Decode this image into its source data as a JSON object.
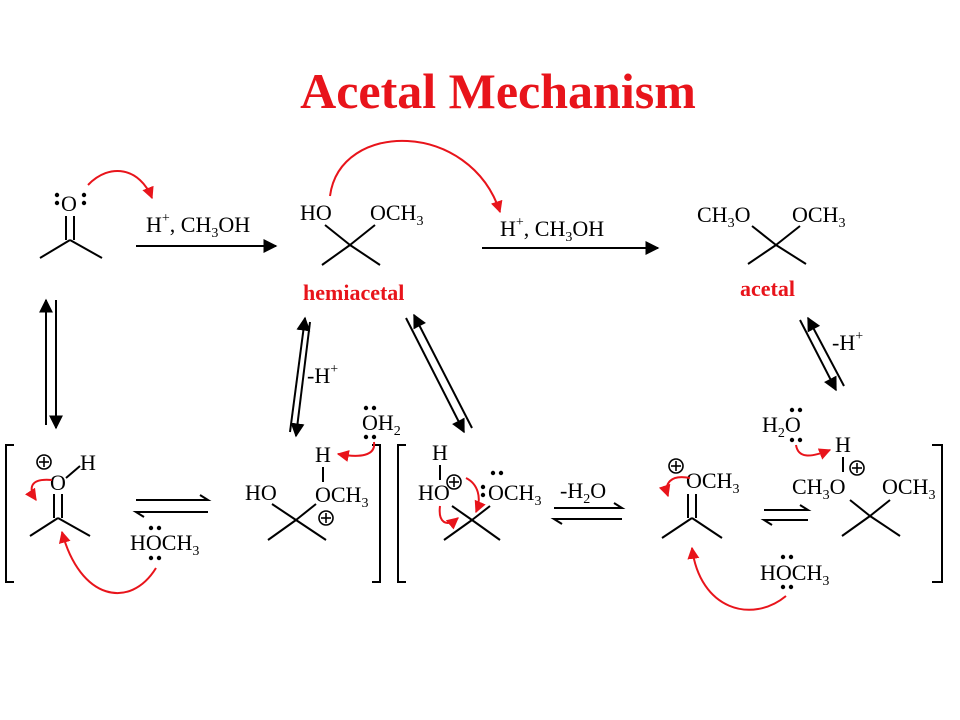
{
  "title": "Acetal Mechanism",
  "colors": {
    "title": "#e8141b",
    "label": "#e8141b",
    "curly_arrow": "#e8141b",
    "structure": "#000000"
  },
  "labels": {
    "hemiacetal": "hemiacetal",
    "acetal": "acetal"
  },
  "reagents": {
    "step1": {
      "h": "H",
      "plus": "+",
      "rest": ", CH",
      "sub": "3",
      "tail": "OH"
    },
    "step2": {
      "h": "H",
      "plus": "+",
      "rest": ", CH",
      "sub": "3",
      "tail": "OH"
    },
    "minus_h_left": {
      "text": "-H",
      "plus": "+"
    },
    "minus_h_right": {
      "text": "-H",
      "plus": "+"
    },
    "minus_h2o": {
      "text": "-H",
      "sub": "2",
      "tail": "O"
    }
  },
  "atoms": {
    "ketone_o": "O",
    "hemi_ho": "HO",
    "hemi_och": "OCH",
    "three": "3",
    "acetal_ch": "CH",
    "acetal_o": "O",
    "acetal_och": "OCH",
    "prot_h": "H",
    "prot_o": "O",
    "meoh_h": "H",
    "meoh_och": "OCH",
    "int2_h": "H",
    "int2_ho": "HO",
    "int2_och": "OCH",
    "oh2_o": "O",
    "oh2_h": "H",
    "two": "2",
    "int3_h": "H",
    "int3_ho": "HO",
    "int3_och": "OCH",
    "oxo_och": "OCH",
    "h2o_h": "H",
    "h2o_o": "O",
    "int5_h": "H",
    "int5_ch": "CH",
    "int5_o": "O",
    "int5_och": "OCH",
    "meoh2_h": "H",
    "meoh2_och": "OCH"
  },
  "charges": {
    "plus": "+"
  }
}
